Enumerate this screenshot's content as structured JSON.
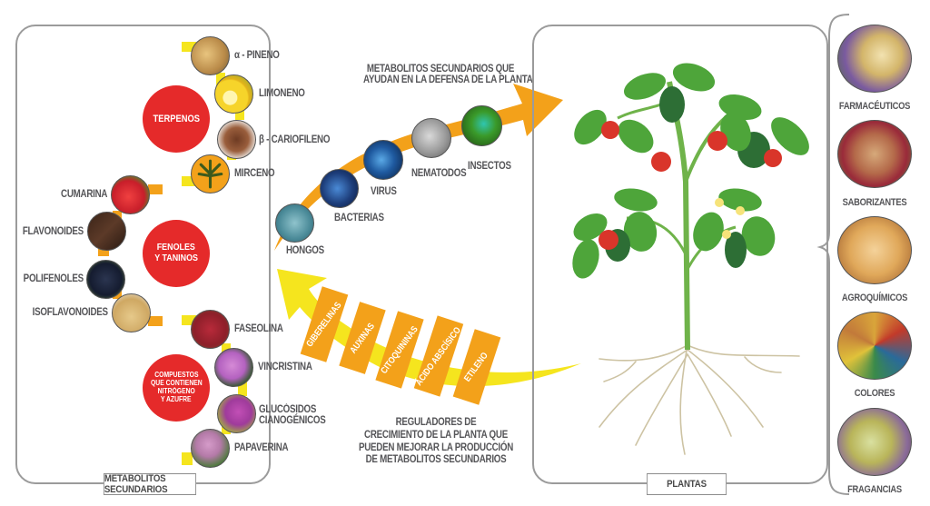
{
  "left_panel": {
    "title": "METABOLITOS SECUNDARIOS",
    "groups": [
      {
        "name": "TERPENOS",
        "color": "#e52a2a",
        "compounds": [
          {
            "label": "α - PINENO",
            "icon": "ginger-image-icon"
          },
          {
            "label": "LIMONENO",
            "icon": "lemon-image-icon"
          },
          {
            "label": "β - CARIOFILENO",
            "icon": "clove-image-icon"
          },
          {
            "label": "MIRCENO",
            "icon": "cannabis-leaf-image-icon"
          }
        ]
      },
      {
        "name_lines": [
          "FENOLES",
          "Y TANINOS"
        ],
        "color": "#e52a2a",
        "compounds": [
          {
            "label": "CUMARINA",
            "icon": "strawberry-image-icon"
          },
          {
            "label": "FLAVONOIDES",
            "icon": "chocolate-image-icon"
          },
          {
            "label": "POLIFENOLES",
            "icon": "grapes-image-icon"
          },
          {
            "label": "ISOFLAVONOIDES",
            "icon": "soybeans-image-icon"
          }
        ]
      },
      {
        "name_lines": [
          "COMPUESTOS",
          "QUE CONTIENEN",
          "NITRÓGENO",
          "Y AZUFRE"
        ],
        "color": "#e52a2a",
        "compounds": [
          {
            "label": "FASEOLINA",
            "icon": "beans-image-icon"
          },
          {
            "label": "VINCRISTINA",
            "icon": "periwinkle-flower-image-icon"
          },
          {
            "label_lines": [
              "GLUCÓSIDOS",
              "CIANOGÉNICOS"
            ],
            "icon": "pink-flower-image-icon"
          },
          {
            "label": "PAPAVERINA",
            "icon": "poppy-flower-image-icon"
          }
        ]
      }
    ]
  },
  "defense_arrow": {
    "title_lines": [
      "METABOLITOS SECUNDARIOS QUE",
      "AYUDAN EN LA DEFENSA DE LA PLANTA"
    ],
    "color": "#f3a11a",
    "threats": [
      {
        "label": "HONGOS",
        "icon": "fungi-image-icon"
      },
      {
        "label": "BACTERIAS",
        "icon": "bacteria-image-icon"
      },
      {
        "label": "VIRUS",
        "icon": "virus-image-icon"
      },
      {
        "label": "NEMATODOS",
        "icon": "nematode-image-icon"
      },
      {
        "label": "INSECTOS",
        "icon": "insect-image-icon"
      }
    ]
  },
  "regulators_arrow": {
    "color": "#f5e51e",
    "tag_color": "#f3a11a",
    "regulators": [
      "GIBERELINAS",
      "AUXINAS",
      "CITOQUININAS",
      "ÁCIDO ABSCÍSICO",
      "ETILENO"
    ],
    "caption_lines": [
      "REGULADORES DE",
      "CRECIMIENTO DE LA PLANTA QUE",
      "PUEDEN MEJORAR LA PRODUCCIÓN",
      "DE METABOLITOS SECUNDARIOS"
    ]
  },
  "plant_panel": {
    "title": "PLANTAS",
    "illustration": "tomato-plant-illustration"
  },
  "uses": [
    {
      "label": "FARMACÉUTICOS",
      "icon": "pharmaceuticals-image-icon"
    },
    {
      "label": "SABORIZANTES",
      "icon": "flavorings-image-icon"
    },
    {
      "label": "AGROQUÍMICOS",
      "icon": "agrochemicals-image-icon"
    },
    {
      "label": "COLORES",
      "icon": "colors-image-icon"
    },
    {
      "label": "FRAGANCIAS",
      "icon": "fragrances-image-icon"
    }
  ]
}
